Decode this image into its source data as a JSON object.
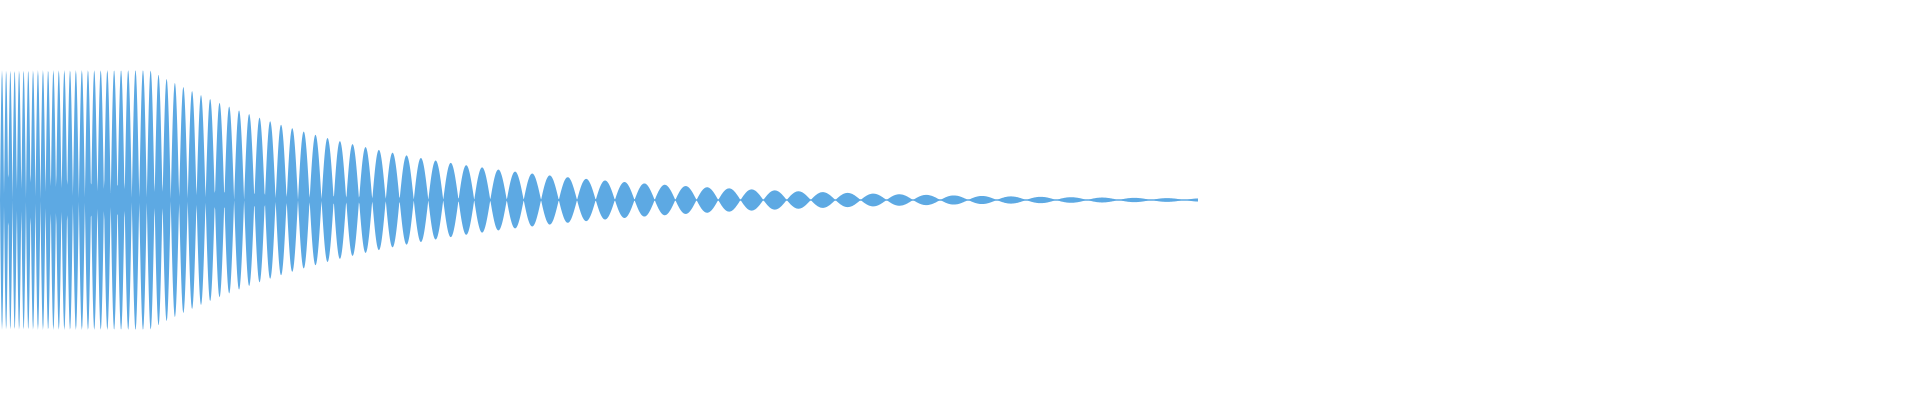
{
  "waveform": {
    "color": "#5DA9E3",
    "background": "#FFFFFF",
    "description_free": true,
    "shape": {
      "type": "decaying-oscillation",
      "peak_amplitude_fraction": 0.53,
      "decay_start_fraction": 0.08,
      "silence_start_fraction": 0.62,
      "tail_end_fraction": 0.62
    }
  }
}
